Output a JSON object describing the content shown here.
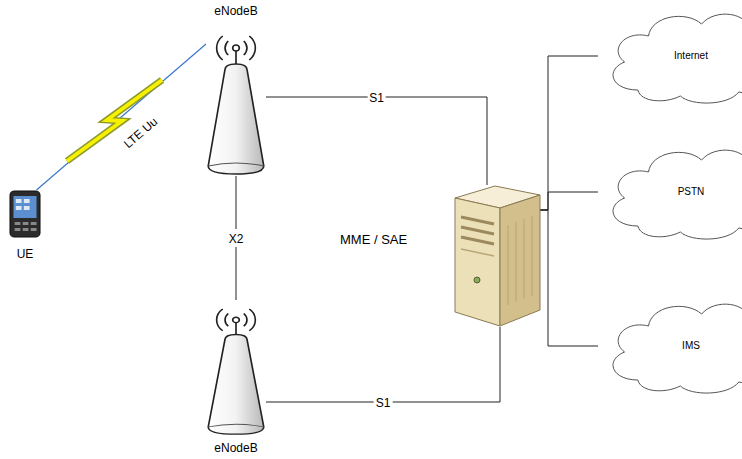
{
  "diagram": {
    "nodes": [
      {
        "text": [
          "eNodeB"
        ]
      },
      {
        "text": [
          "UE"
        ]
      },
      {
        "text": [
          "MME / SAE"
        ]
      },
      {
        "text": [
          "Internet"
        ]
      },
      {
        "text": [
          "PSTN"
        ]
      },
      {
        "text": [
          "IMS"
        ]
      },
      {
        "text": [
          "eNodeB"
        ]
      }
    ],
    "edges": [
      {
        "from": 1,
        "to": 0,
        "label": "LTE Uu",
        "arrow": "none"
      },
      {
        "from": 0,
        "to": 6,
        "label": "X2",
        "arrow": "none"
      },
      {
        "from": 0,
        "to": 2,
        "label": "S1",
        "arrow": "none"
      },
      {
        "from": 6,
        "to": 2,
        "label": "S1",
        "arrow": "none"
      },
      {
        "from": 2,
        "to": 3,
        "arrow": "none"
      },
      {
        "from": 2,
        "to": 4,
        "arrow": "none"
      },
      {
        "from": 2,
        "to": 5,
        "arrow": "none"
      }
    ]
  }
}
